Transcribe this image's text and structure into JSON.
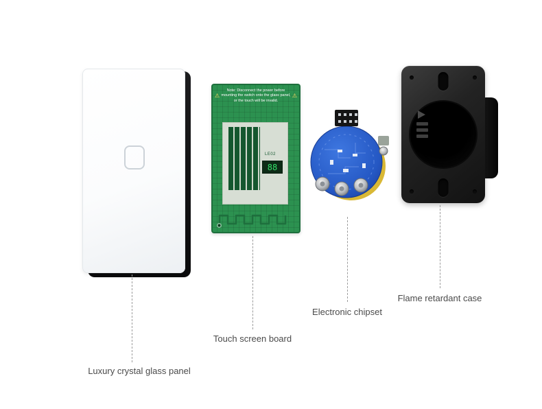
{
  "labels": {
    "glass_panel": "Luxury crystal glass panel",
    "touch_board": "Touch screen board",
    "chipset": "Electronic chipset",
    "case": "Flame retardant case"
  },
  "touch_board": {
    "warning_icon": "⚠",
    "warning_text": "Note: Disconnect the power before mounting the switch onto the glass panel, or the touch will be invalid.",
    "chip_label": "LE02",
    "display_value": "88"
  },
  "colors": {
    "pcb_green": "#2c9150",
    "pcb_blue": "#2b63cf",
    "pcb_yellow_back": "#d9b835",
    "case_black": "#1c1c1c",
    "panel_white": "#ffffff",
    "label_text": "#4a4a4a",
    "leader_line": "#9b9b9b",
    "display_green": "#35e06a"
  }
}
